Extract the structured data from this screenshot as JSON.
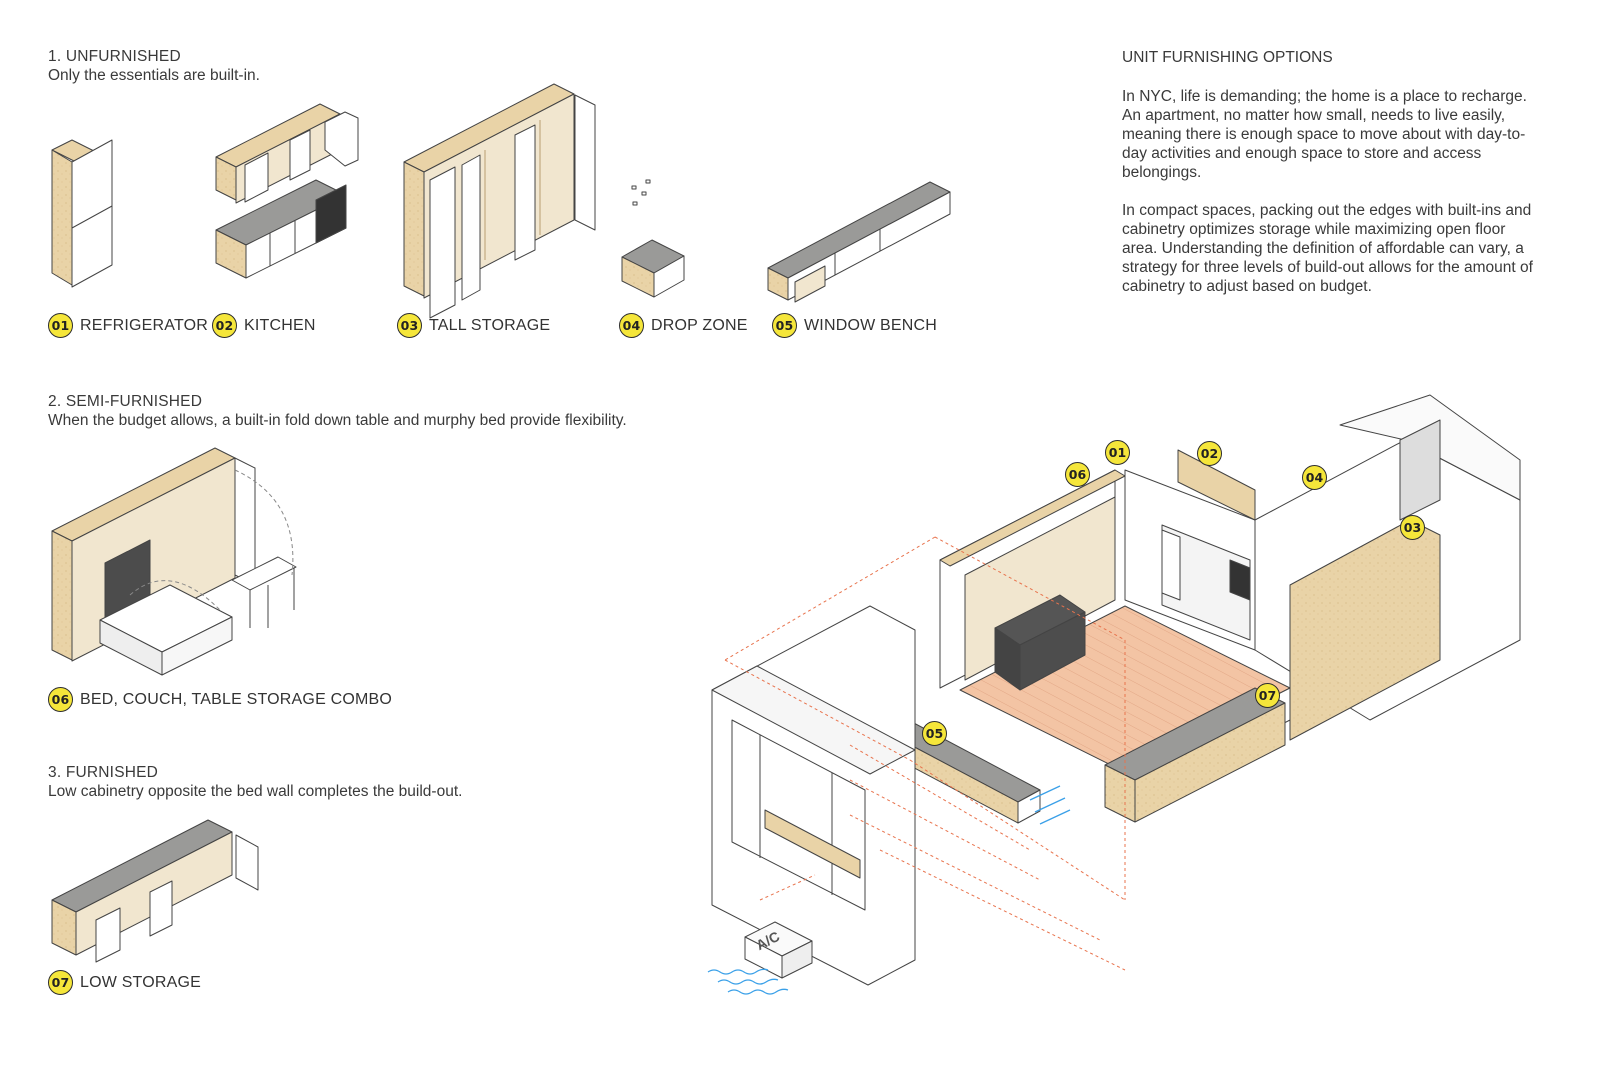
{
  "sections": {
    "unfurnished": {
      "title": "1. UNFURNISHED",
      "subtitle": "Only the essentials are built-in."
    },
    "semi": {
      "title": "2. SEMI-FURNISHED",
      "subtitle": "When the budget allows, a built-in fold down table and murphy bed provide flexibility."
    },
    "furnished": {
      "title": "3. FURNISHED",
      "subtitle": "Low cabinetry opposite the bed wall completes the build-out."
    }
  },
  "items": [
    {
      "num": "01",
      "label": "REFRIGERATOR"
    },
    {
      "num": "02",
      "label": "KITCHEN"
    },
    {
      "num": "03",
      "label": "TALL STORAGE"
    },
    {
      "num": "04",
      "label": "DROP ZONE"
    },
    {
      "num": "05",
      "label": "WINDOW BENCH"
    },
    {
      "num": "06",
      "label": "BED, COUCH, TABLE STORAGE COMBO"
    },
    {
      "num": "07",
      "label": "LOW STORAGE"
    }
  ],
  "options": {
    "title": "UNIT FURNISHING OPTIONS",
    "para1": "In NYC, life is demanding; the home is a place to recharge. An apartment, no matter how small, needs to live easily, meaning there is enough space to move about with day-to-day activities and enough space to store and access belongings.",
    "para2": "In compact spaces, packing out the edges with built-ins and cabinetry optimizes storage while maximizing open floor area. Understanding the definition of affordable can vary, a strategy for three levels of build-out allows for the amount of cabinetry to adjust based on budget."
  },
  "diagram": {
    "ac_label": "A/C"
  },
  "colors": {
    "badge": "#f5e63a",
    "wood": "#e9d3a7",
    "floor": "#f2c2a3",
    "concrete": "#9a9a98",
    "dash": "#e8734d",
    "air": "#3aa0e8"
  }
}
